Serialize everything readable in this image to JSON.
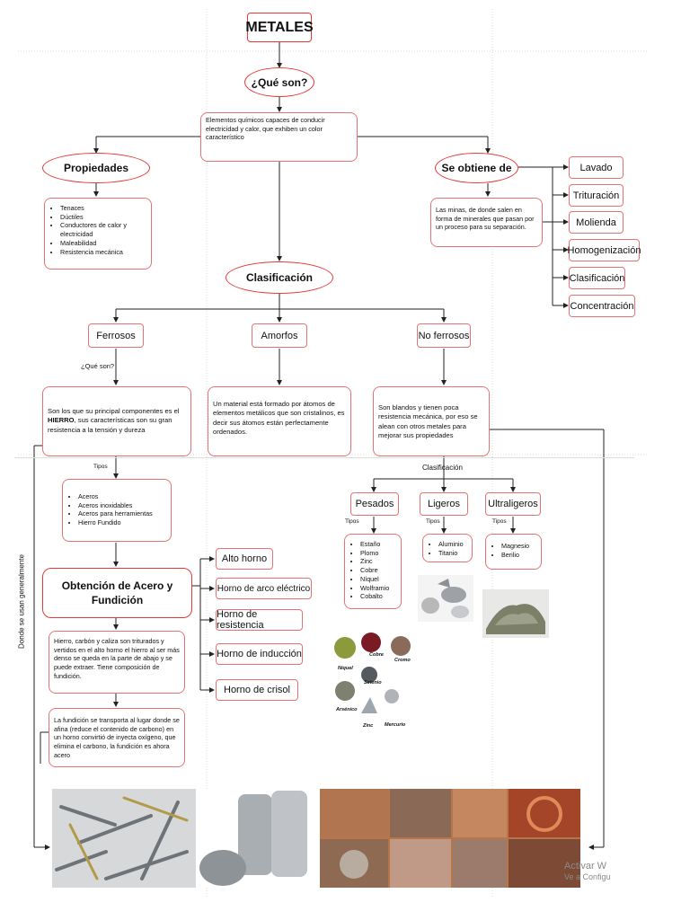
{
  "title": "METALES",
  "question": "¿Qué son?",
  "definition": "Elementos químicos capaces de conducir electricidad y calor, que exhiben un color característico",
  "properties": {
    "title": "Propiedades",
    "items": [
      "Tenaces",
      "Dúctiles",
      "Conductores de calor y electricidad",
      "Maleabilidad",
      "Resistencia mecánica"
    ]
  },
  "obtained": {
    "title": "Se obtiene de",
    "text": "Las minas, de donde salen en forma de minerales que pasan por un proceso para su separación.",
    "steps": [
      "Lavado",
      "Trituración",
      "Molienda",
      "Homogenización",
      "Clasificación",
      "Concentración"
    ]
  },
  "classification": {
    "title": "Clasificación",
    "types": {
      "ferrous": "Ferrosos",
      "amorphous": "Amorfos",
      "nonferrous": "No ferrosos"
    },
    "ferrous_question": "¿Qué son?",
    "ferrous_text_prefix": "Son los que su principal componentes es el ",
    "ferrous_text_strong": "HIERRO",
    "ferrous_text_suffix": ", sus características son su gran resistencia a la tensión y dureza",
    "amorphous_text": "Un material está formado por átomos de elementos metálicos que son cristalinos, es decir sus átomos están perfectamente ordenados.",
    "nonferrous_text": "Son blandos y tienen poca resistencia mecánica, por eso se alean con otros metales para mejorar sus propiedades"
  },
  "ferrous_detail": {
    "tipos_label": "Tipos",
    "types": [
      "Aceros",
      "Aceros inoxidables",
      "Aceros para herramientas",
      "Hierro Fundido"
    ],
    "side_label": "Donde se usan generalmente",
    "steel_title": "Obtención de Acero y Fundición",
    "furnaces": [
      "Alto horno",
      "Horno de arco eléctrico",
      "Horno de resistencia",
      "Horno de inducción",
      "Horno de crisol"
    ],
    "process_1": "Hierro, carbón y caliza son triturados y vertidos en el alto horno el hierro al ser más denso se queda en la parte de abajo y se puede extraer. Tiene composición de fundición.",
    "process_2": "La fundición se transporta al lugar donde se afina (reduce el contenido de carbono) en un horno convirtió de inyecta oxígeno, que elimina el carbono, la fundición es ahora acero"
  },
  "nonferrous_detail": {
    "label": "Clasificación",
    "tipos_label": "Tipos",
    "groups": [
      {
        "name": "Pesados",
        "items": [
          "Estaño",
          "Plomo",
          "Zinc",
          "Cobre",
          "Níquel",
          "Wolframio",
          "Cobalto"
        ]
      },
      {
        "name": "Ligeros",
        "items": [
          "Aluminio",
          "Titanio"
        ]
      },
      {
        "name": "Ultraligeros",
        "items": [
          "Magnesio",
          "Berilio"
        ]
      }
    ],
    "mineral_captions": [
      "Cobre",
      "Cromo",
      "Níquel",
      "Selenio",
      "Arsénico",
      "Zinc",
      "Mercurio"
    ]
  },
  "watermark": [
    "Activar W",
    "Ve a Configu"
  ],
  "colors": {
    "accent": "#e53935",
    "box_border": "#e57373",
    "line": "#222222"
  }
}
